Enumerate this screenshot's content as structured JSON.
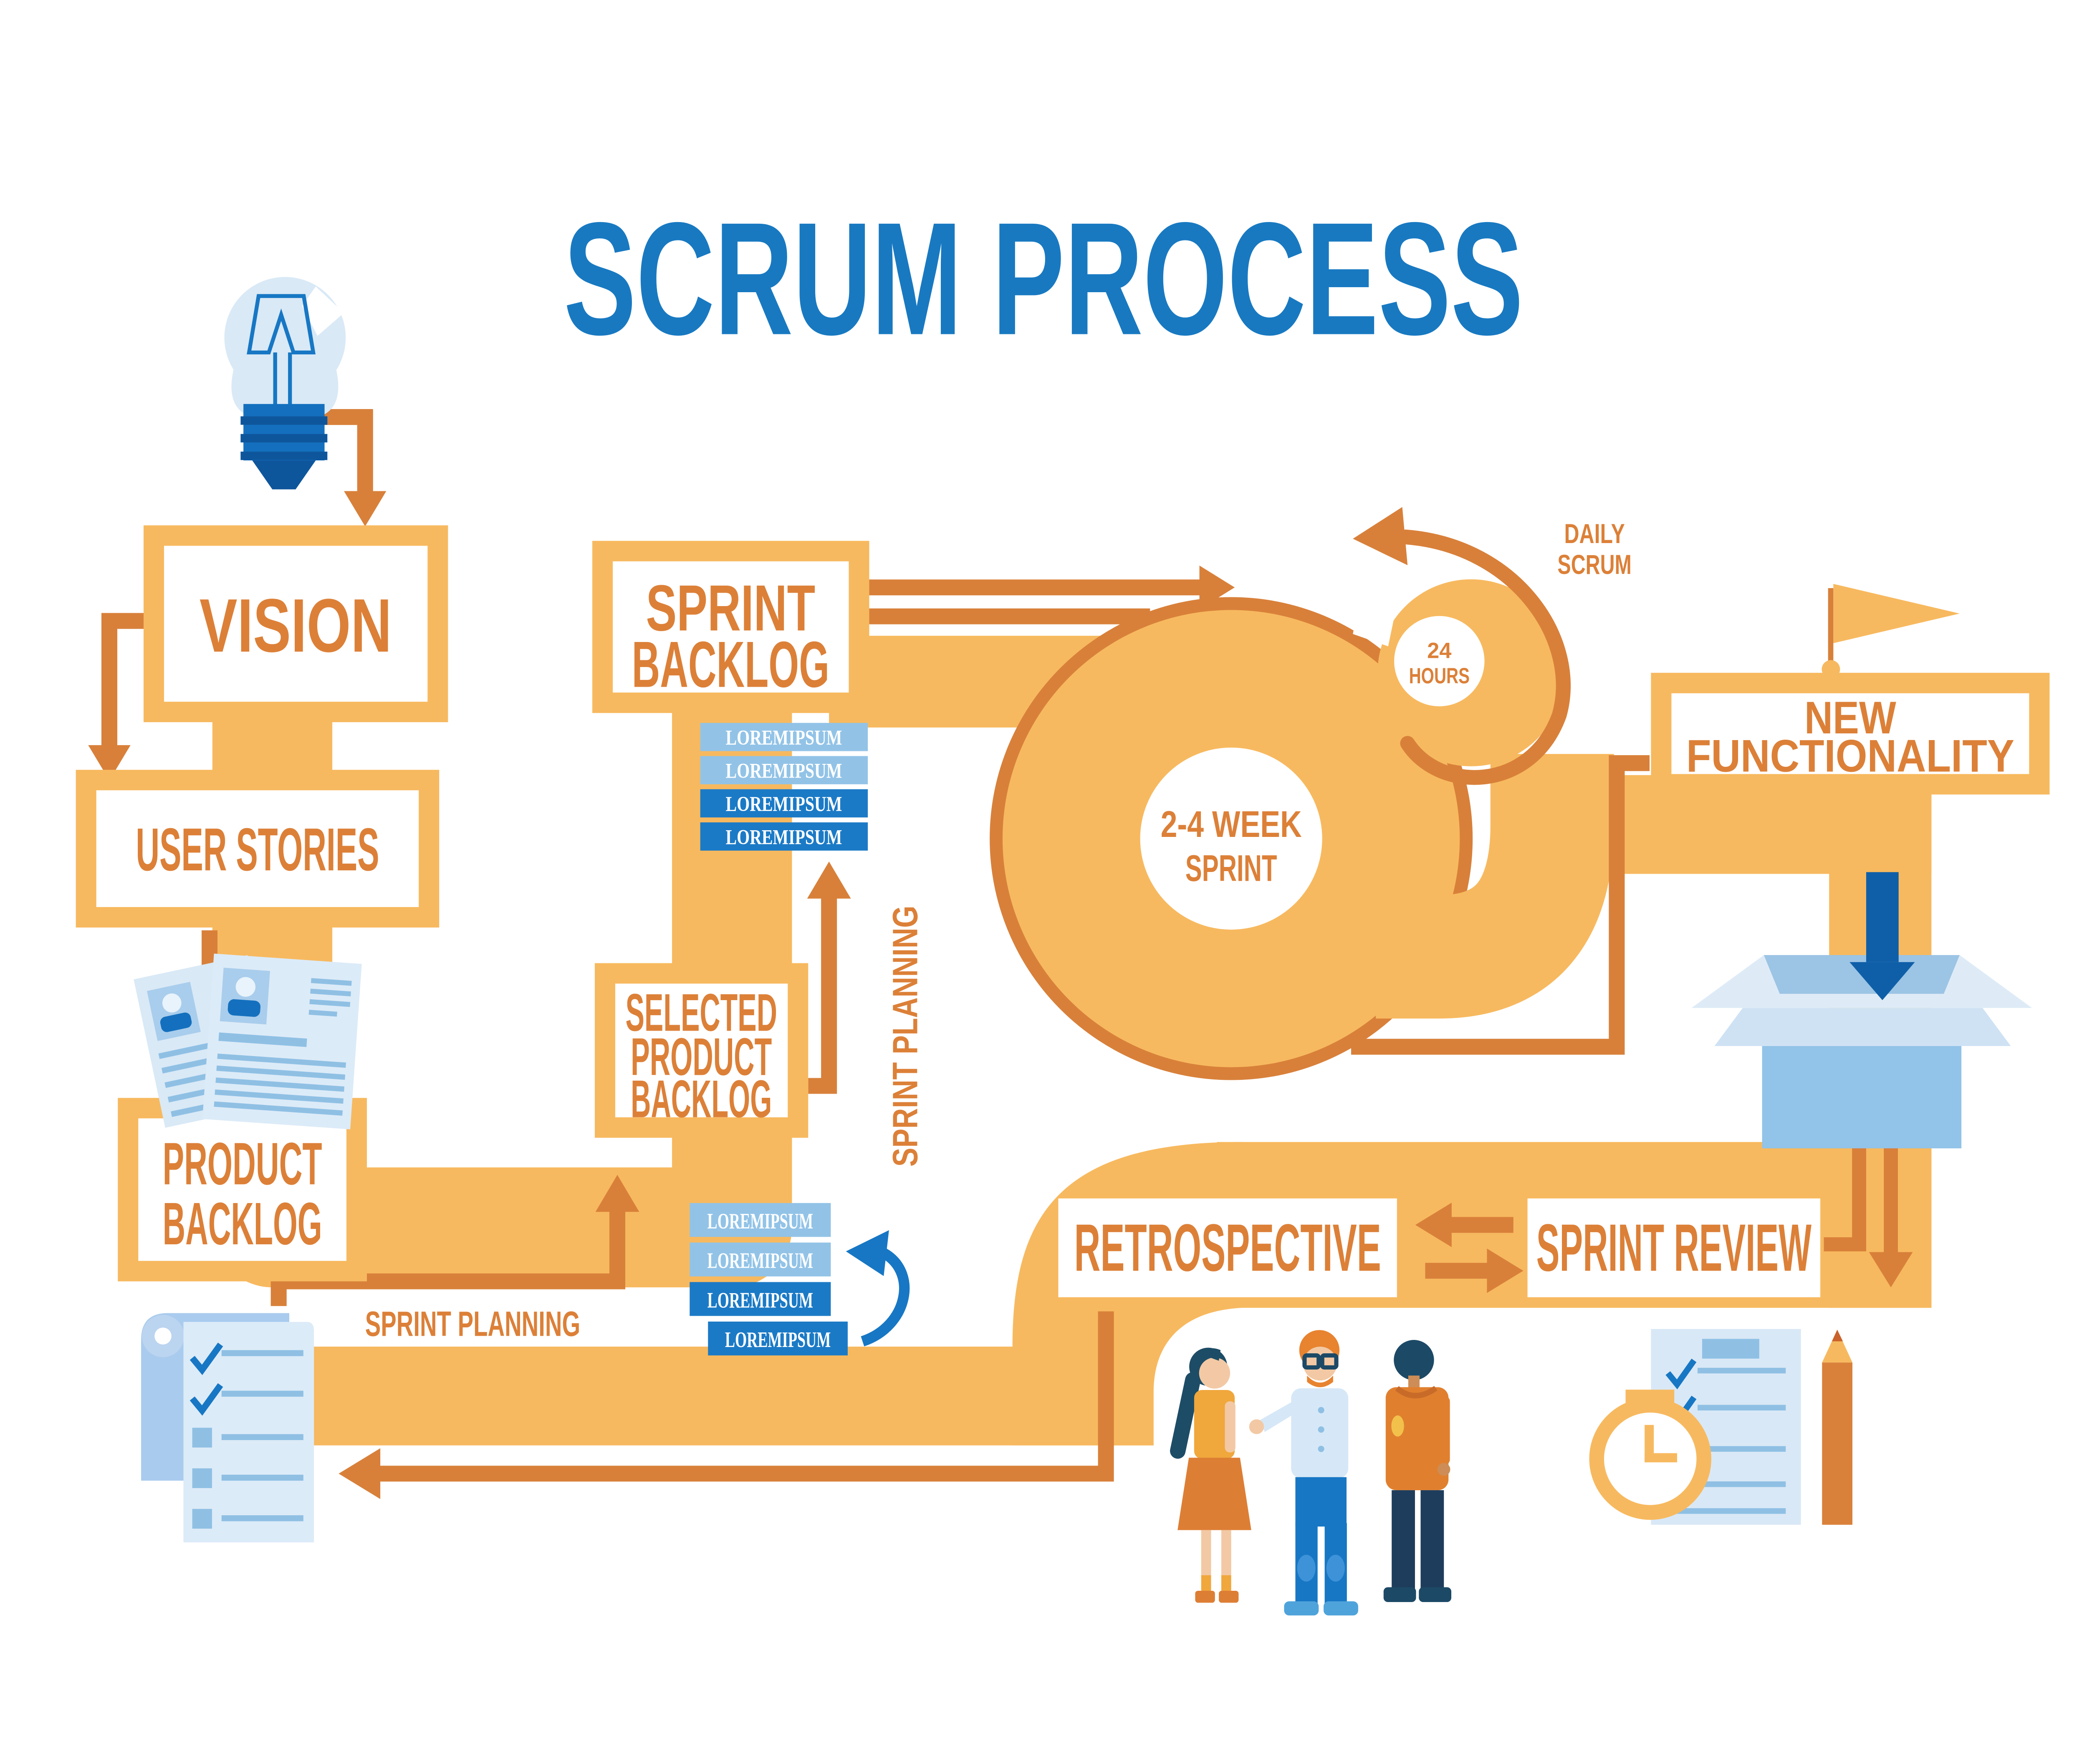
{
  "title": "SCRUM PROCESS",
  "nodes": {
    "vision": "VISION",
    "user_stories": "USER STORIES",
    "product_backlog": [
      "PRODUCT",
      "BACKLOG"
    ],
    "sprint_backlog": [
      "SPRINT",
      "BACKLOG"
    ],
    "selected_product_backlog": [
      "SELECTED",
      "PRODUCT",
      "BACKLOG"
    ],
    "new_functionality": [
      "NEW",
      "FUNCTIONALITY"
    ],
    "retrospective": "RETROSPECTIVE",
    "sprint_review": "SPRINT REVIEW"
  },
  "sprint": {
    "circle": [
      "2-4 WEEK",
      "SPRINT"
    ],
    "hours": [
      "24",
      "HOURS"
    ],
    "daily": [
      "DAILY",
      "SCRUM"
    ]
  },
  "labels": {
    "sprint_planning_vertical": "SPRINT PLANNING",
    "sprint_planning_horizontal": "SPRINT PLANNING"
  },
  "stacks": {
    "sprint_backlog_items": [
      "LOREMIPSUM",
      "LOREMIPSUM",
      "LOREMIPSUM",
      "LOREMIPSUM"
    ],
    "selected_items": [
      "LOREMIPSUM",
      "LOREMIPSUM",
      "LOREMIPSUM",
      "LOREMIPSUM"
    ]
  },
  "colors": {
    "band": "#F7B95F",
    "dark_orange": "#D8803A",
    "text_orange": "#DC8038",
    "title_blue": "#1879C1",
    "dark_blue": "#0F5FA8",
    "mid_blue": "#1B7AC6",
    "light_blue_bar": "#92C3E7",
    "pale_blue": "#D9E9F6",
    "doc_line_blue": "#8FC0E4"
  }
}
